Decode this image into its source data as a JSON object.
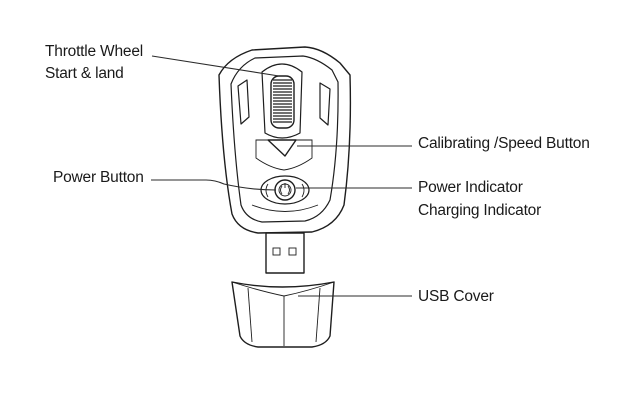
{
  "labels": {
    "throttle_wheel": "Throttle Wheel",
    "start_land": "Start & land",
    "calibrating_speed": "Calibrating /Speed Button",
    "power_button": "Power Button",
    "power_indicator": "Power Indicator",
    "charging_indicator": "Charging Indicator",
    "usb_cover": "USB Cover"
  }
}
